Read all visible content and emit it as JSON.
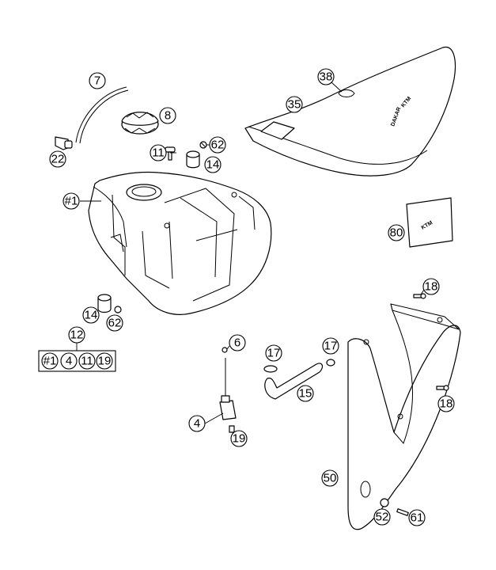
{
  "callouts": {
    "c7": "7",
    "c8": "8",
    "c22": "22",
    "c11a": "11",
    "c62a": "62",
    "c14a": "14",
    "c1a": "#1",
    "c38": "38",
    "c35": "35",
    "c80": "80",
    "c14b": "14",
    "c62b": "62",
    "c12": "12",
    "c6": "6",
    "c4": "4",
    "c19": "19",
    "c17a": "17",
    "c17b": "17",
    "c15": "15",
    "c18a": "18",
    "c18b": "18",
    "c50": "50",
    "c52": "52",
    "c61": "61"
  },
  "kit_12": [
    "#1",
    "4",
    "11",
    "19"
  ],
  "seat_text": [
    "KTM",
    "DAKAR"
  ],
  "decal_text": "KTM"
}
